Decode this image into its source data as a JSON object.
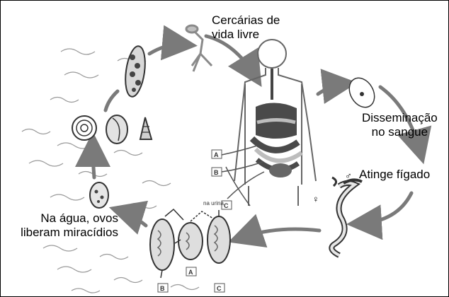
{
  "labels": {
    "cercarias": [
      "Cercárias de",
      "vida livre"
    ],
    "disseminacao": [
      "Disseminação",
      "no sangue"
    ],
    "figado": "Atinge fígado",
    "agua": [
      "Na água, ovos",
      "liberam miracídios"
    ],
    "na_urina": "na urina"
  },
  "markers": {
    "a": "A",
    "b": "B",
    "c": "C"
  },
  "sex_symbols": {
    "male": "♂",
    "female": "♀"
  },
  "colors": {
    "line": "#000000",
    "arrow": "#7a7a7a",
    "water": "#9a9a9a",
    "organ_dark": "#4a4a4a",
    "organ_light": "#bdbdbd",
    "body_outline": "#666666"
  }
}
